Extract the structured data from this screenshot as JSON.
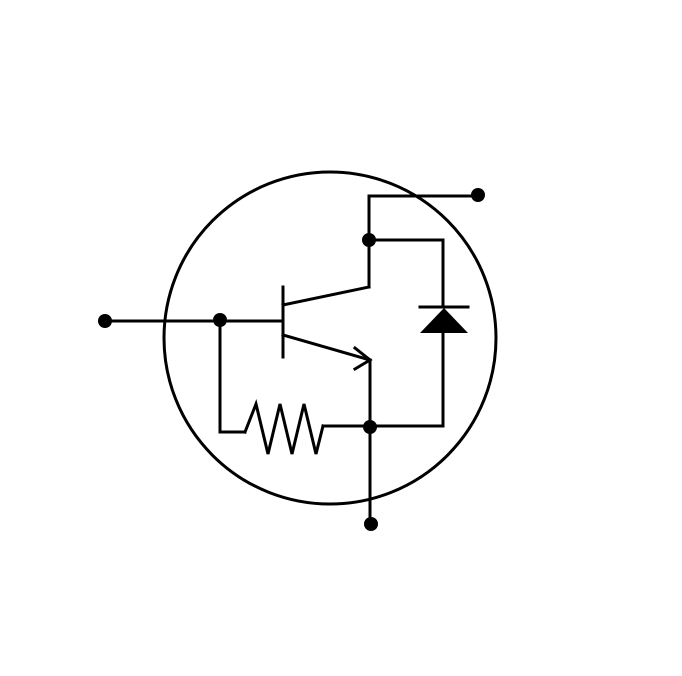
{
  "diagram": {
    "type": "circuit-schematic",
    "symbol": "npn-transistor-with-base-emitter-resistor-and-diode",
    "components": [
      "transistor",
      "resistor",
      "diode"
    ],
    "colors": {
      "background": "#ffffff",
      "line": "#000000"
    }
  }
}
